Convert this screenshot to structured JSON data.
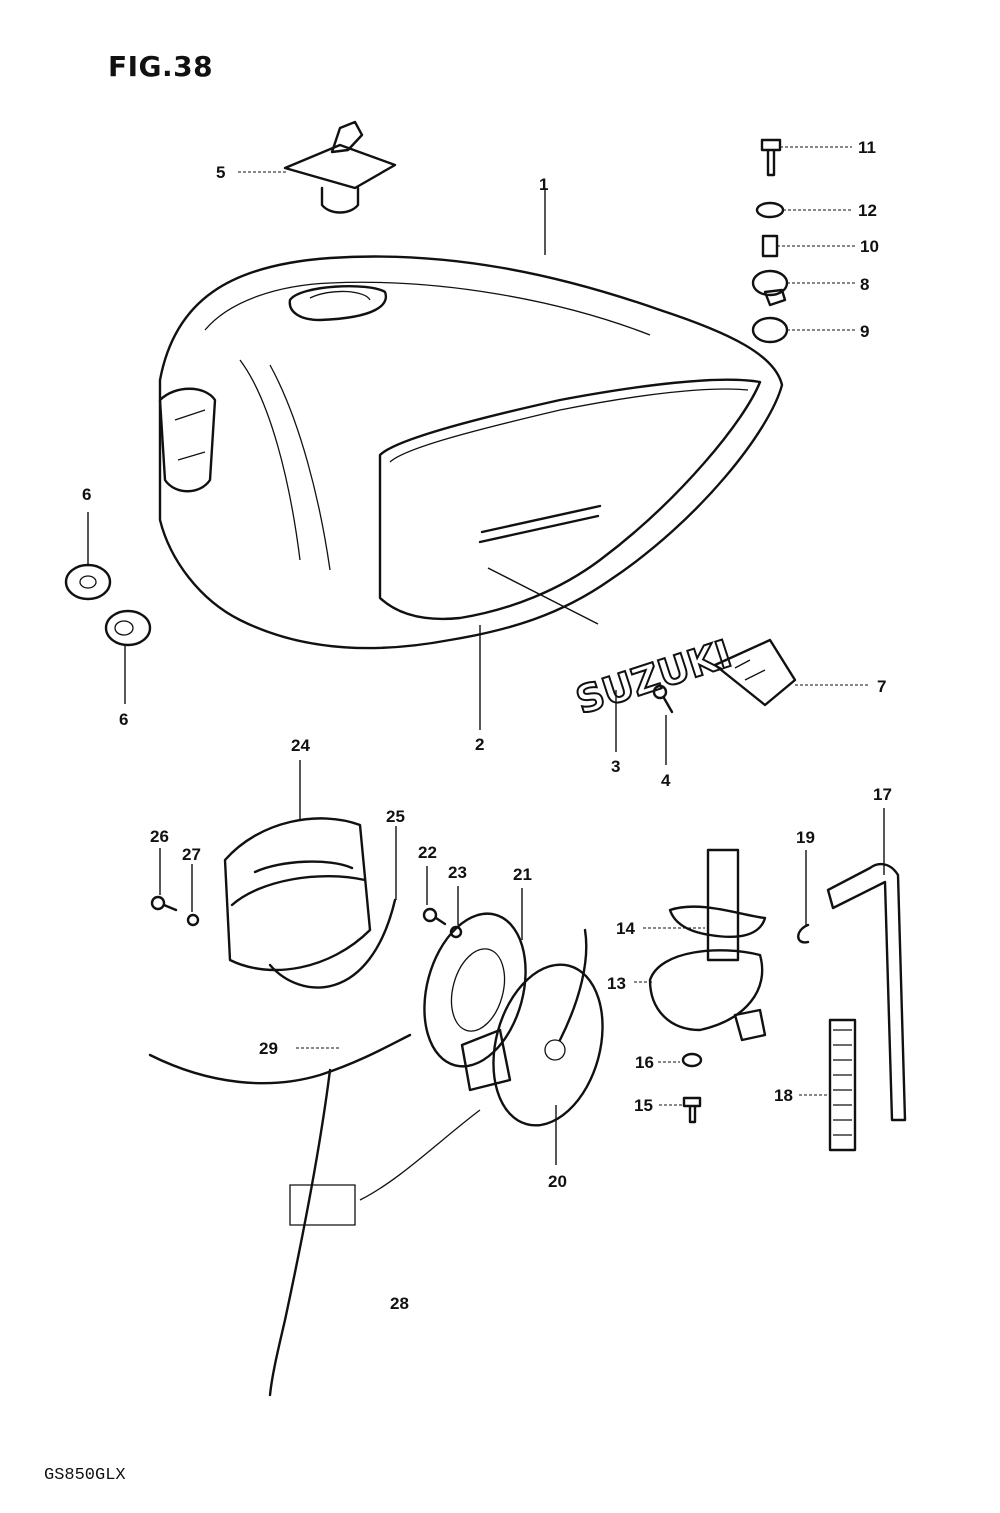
{
  "figure": {
    "title": "FIG.38",
    "model": "GS850GLX"
  },
  "emblem": {
    "text": "SUZUKI"
  },
  "parts": [
    {
      "id": "1",
      "label": "1"
    },
    {
      "id": "2",
      "label": "2"
    },
    {
      "id": "3",
      "label": "3"
    },
    {
      "id": "4",
      "label": "4"
    },
    {
      "id": "5",
      "label": "5"
    },
    {
      "id": "6a",
      "label": "6"
    },
    {
      "id": "6b",
      "label": "6"
    },
    {
      "id": "7",
      "label": "7"
    },
    {
      "id": "8",
      "label": "8"
    },
    {
      "id": "9",
      "label": "9"
    },
    {
      "id": "10",
      "label": "10"
    },
    {
      "id": "11",
      "label": "11"
    },
    {
      "id": "12",
      "label": "12"
    },
    {
      "id": "13",
      "label": "13"
    },
    {
      "id": "14",
      "label": "14"
    },
    {
      "id": "15",
      "label": "15"
    },
    {
      "id": "16",
      "label": "16"
    },
    {
      "id": "17",
      "label": "17"
    },
    {
      "id": "18",
      "label": "18"
    },
    {
      "id": "19",
      "label": "19"
    },
    {
      "id": "20",
      "label": "20"
    },
    {
      "id": "21",
      "label": "21"
    },
    {
      "id": "22",
      "label": "22"
    },
    {
      "id": "23",
      "label": "23"
    },
    {
      "id": "24",
      "label": "24"
    },
    {
      "id": "25",
      "label": "25"
    },
    {
      "id": "26",
      "label": "26"
    },
    {
      "id": "27",
      "label": "27"
    },
    {
      "id": "28",
      "label": "28"
    },
    {
      "id": "29",
      "label": "29"
    }
  ]
}
